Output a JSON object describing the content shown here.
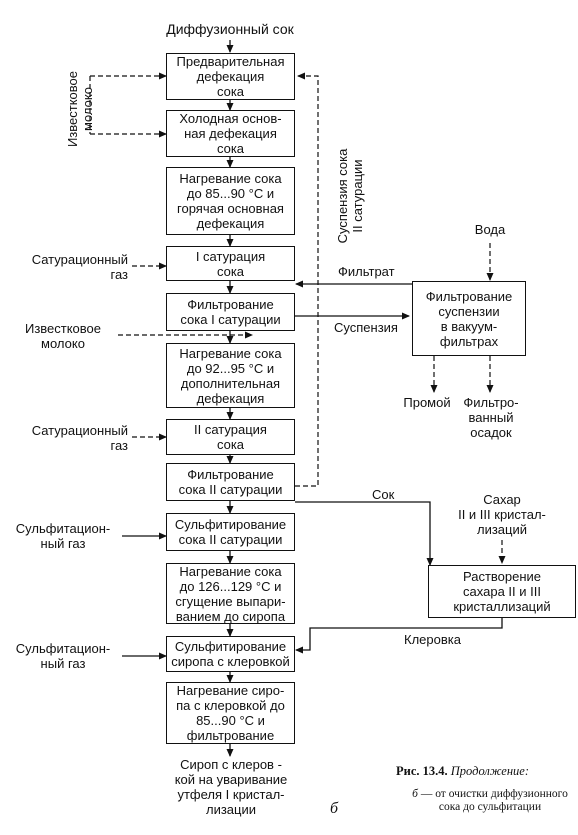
{
  "top_input": "Диффузионный сок",
  "boxes": {
    "b1": "Предварительная\nдефекация\nсока",
    "b2": "Холодная основ-\nная дефекация\nсока",
    "b3": "Нагревание сока\nдо 85...90 °С  и\nгорячая основная\nдефекация",
    "b4": "I сатурация\nсока",
    "b5": "Фильтрование\nсока I сатурации",
    "b6": "Нагревание сока\nдо 92...95 °С и\nдополнительная\nдефекация",
    "b7": "II сатурация\nсока",
    "b8": "Фильтрование\nсока II сатурации",
    "b9": "Сульфитирование\nсока II сатурации",
    "b10": "Нагревание сока\nдо 126...129 °С и\nсгущение выпари-\nванием до сиропа",
    "b11": "Сульфитирование\nсиропа с клеровкой",
    "b12": "Нагревание сиро-\nпа с клеровкой до\n85...90 °С  и\nфильтрование",
    "vac": "Фильтрование\nсуспензии\nв вакуум-\nфильтрах",
    "dissolve": "Растворение\nсахара II и III\nкристаллизаций"
  },
  "labels": {
    "lime_milk_1": "Известковое\nмолоко",
    "suspension_ii": "Суспензия сока\nII сатурации",
    "sat_gas_1": "Сатурационный\nгаз",
    "filtrate": "Фильтрат",
    "water": "Вода",
    "lime_milk_2": "Известковое\nмолоко",
    "suspension": "Суспензия",
    "wash": "Промой",
    "filter_cake": "Фильтро-\nванный\nосадок",
    "sat_gas_2": "Сатурационный\nгаз",
    "juice": "Сок",
    "sugar": "Сахар\nII и III кристал-\nлизаций",
    "sulf_gas_1": "Сульфитацион-\nный газ",
    "sulf_gas_2": "Сульфитацион-\nный газ",
    "klerovka": "Клеровка",
    "output": "Сироп с клеров -\nкой на уваривание\nутфеля  I кристал-\nлизации"
  },
  "caption": {
    "title_bold": "Рис. 13.4.",
    "title_italic": "Продолжение:",
    "sub_letter": "б",
    "sub_text": " — от очистки диффузионного\nсока до сульфитации"
  },
  "panel_letter": "б"
}
